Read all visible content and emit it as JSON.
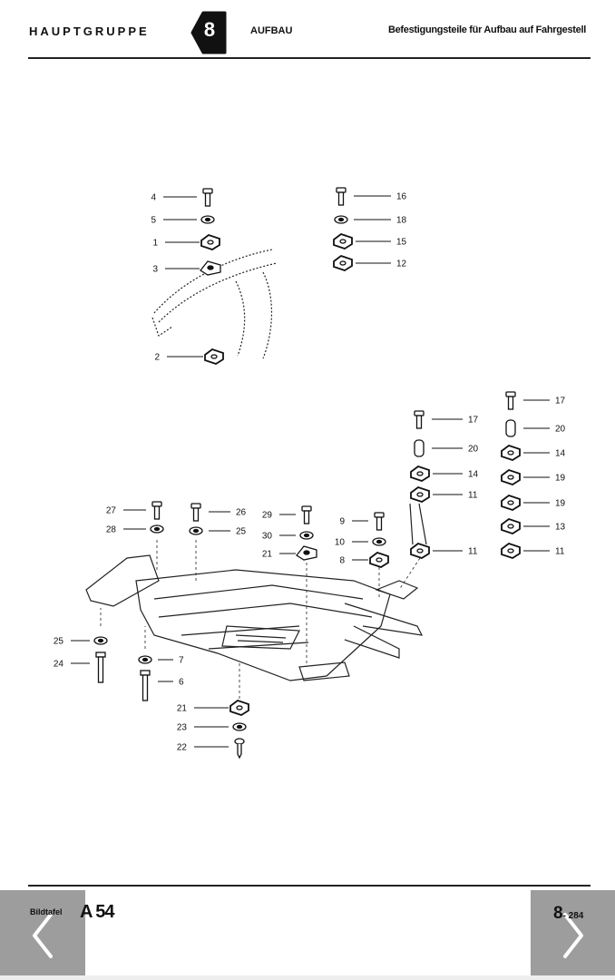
{
  "header": {
    "group_label": "HAUPTGRUPPE",
    "group_number": "8",
    "section": "AUFBAU",
    "title": "Befestigungsteile für Aufbau auf Fahrgestell"
  },
  "diagram": {
    "callouts": [
      "4",
      "5",
      "1",
      "3",
      "2",
      "16",
      "18",
      "15",
      "12",
      "17",
      "20",
      "14",
      "11",
      "11",
      "17",
      "20",
      "14",
      "19",
      "19",
      "13",
      "11",
      "27",
      "28",
      "26",
      "25",
      "29",
      "30",
      "21",
      "9",
      "10",
      "8",
      "25",
      "24",
      "7",
      "6",
      "21",
      "23",
      "22"
    ]
  },
  "footer": {
    "plate_label": "Bildtafel",
    "plate_number": "A 54",
    "page_major": "8",
    "page_minor": "- 284"
  },
  "nav": {
    "prev_icon": "chevron-left-icon",
    "next_icon": "chevron-right-icon"
  }
}
